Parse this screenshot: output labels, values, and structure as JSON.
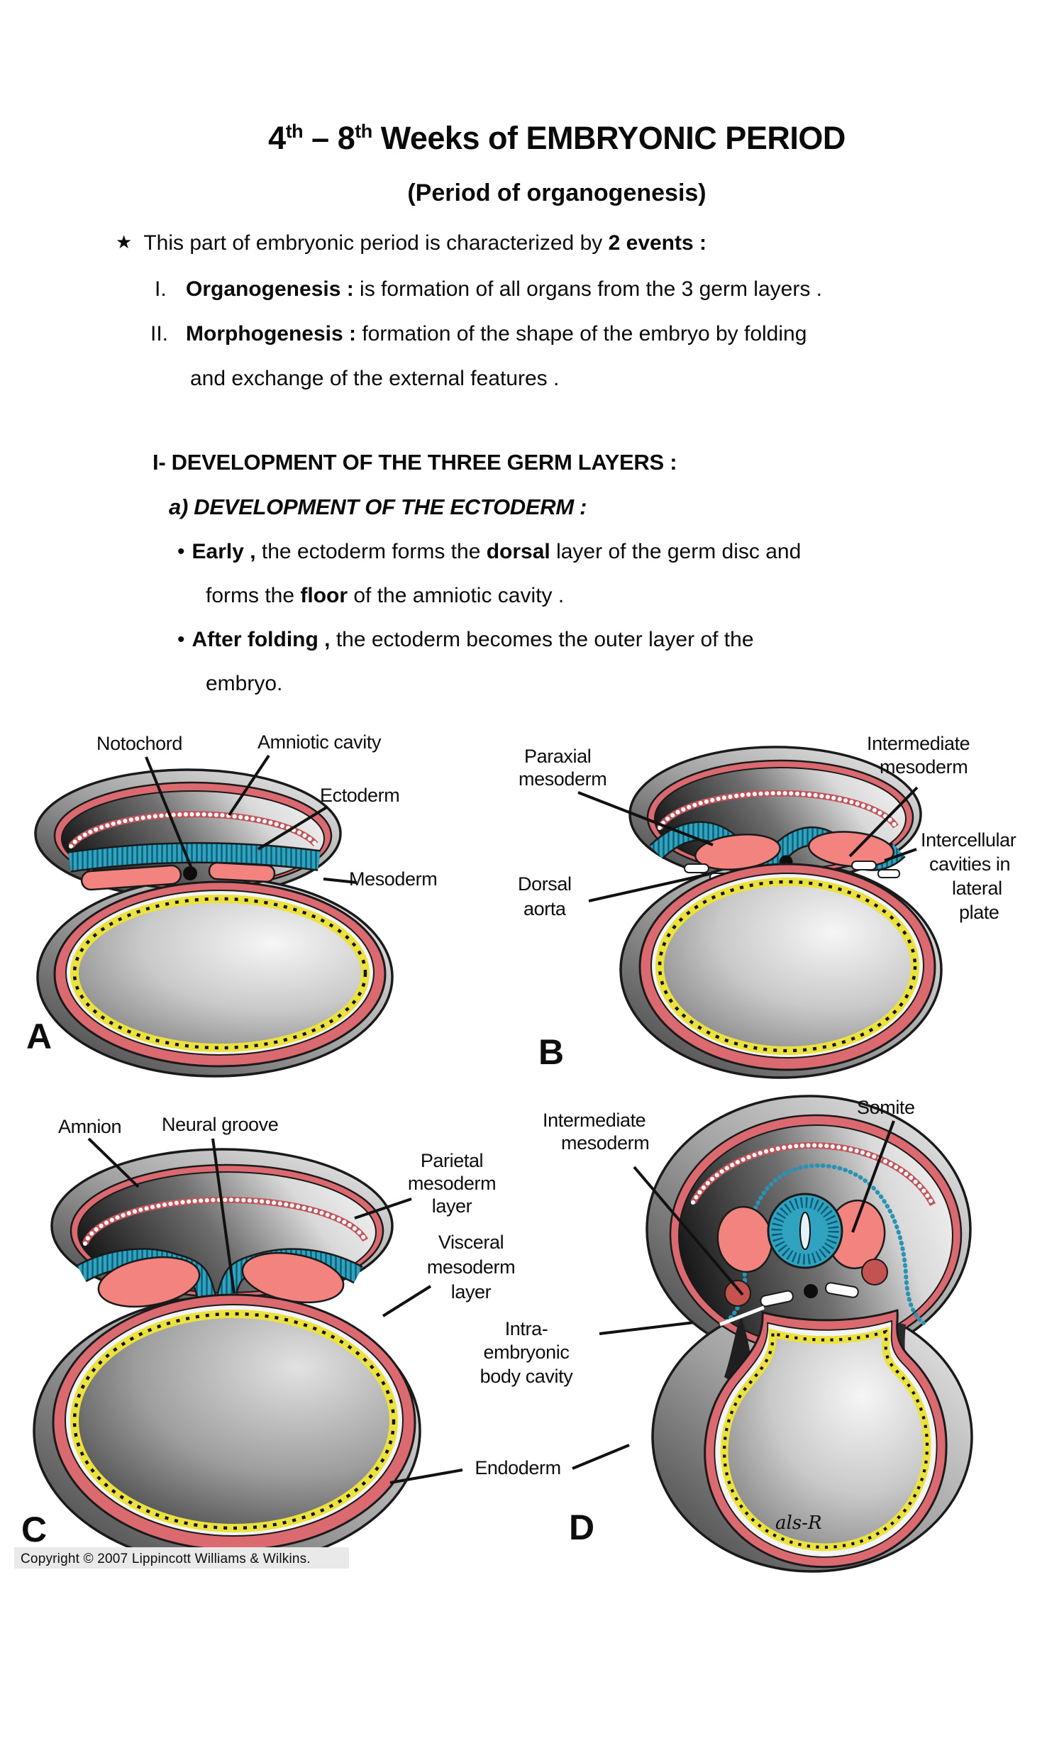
{
  "doc": {
    "title": {
      "n1": "4",
      "s1": "th",
      "mid": " – 8",
      "s2": "th",
      "rest": " Weeks of EMBRYONIC PERIOD"
    },
    "subtitle": "(Period of organogenesis)",
    "intro": {
      "star": "★",
      "text": "This part of embryonic period is characterized by ",
      "bold": "2 events :"
    },
    "item1": {
      "num": "I.",
      "bold": "Organogenesis :",
      "text": " is formation of all organs from the 3 germ layers ."
    },
    "item2": {
      "num": "II.",
      "bold": "Morphogenesis :",
      "text": " formation of the shape of the embryo by folding",
      "cont": "and exchange of the external features ."
    },
    "heading1": "I- DEVELOPMENT OF THE THREE GERM LAYERS :",
    "heading2": "a) DEVELOPMENT OF THE ECTODERM :",
    "bullet_char": "•",
    "bullet1": {
      "b1": "Early ,",
      "t1": " the ectoderm forms the ",
      "b2": "dorsal",
      "t2": " layer of the germ disc and",
      "t3": "forms the ",
      "b3": "floor",
      "t4": " of the amniotic cavity ."
    },
    "bullet2": {
      "b1": "After folding ,",
      "t1": " the ectoderm becomes the outer layer of the",
      "t2": "embryo."
    }
  },
  "figure": {
    "panelA": {
      "letter": "A",
      "notochord": "Notochord",
      "amniotic_cavity": "Amniotic cavity",
      "ectoderm": "Ectoderm",
      "mesoderm": "Mesoderm"
    },
    "panelB": {
      "letter": "B",
      "paraxial": [
        "Paraxial",
        "mesoderm"
      ],
      "intermediate": [
        "Intermediate",
        "mesoderm"
      ],
      "intercellular": [
        "Intercellular",
        "cavities in",
        "lateral",
        "plate"
      ],
      "dorsal_aorta": [
        "Dorsal",
        "aorta"
      ]
    },
    "panelC": {
      "letter": "C",
      "amnion": "Amnion",
      "neural_groove": "Neural groove",
      "parietal": [
        "Parietal",
        "mesoderm",
        "layer"
      ],
      "visceral": [
        "Visceral",
        "mesoderm",
        "layer"
      ],
      "intra": [
        "Intra-",
        "embryonic",
        "body cavity"
      ],
      "endoderm": "Endoderm"
    },
    "panelD": {
      "letter": "D",
      "intermediate": [
        "Intermediate",
        "mesoderm"
      ],
      "somite": "Somite",
      "signature": "als-R"
    },
    "copyright": "Copyright © 2007 Lippincott Williams & Wilkins.",
    "colors": {
      "red_rim": "#db6a70",
      "pink_mesoderm": "#f2837f",
      "yellow_endoderm": "#ece23f",
      "blue_ectoderm": "#2fa3bf",
      "blue_dark": "#0c5d78",
      "dark_red_knob": "#c4524e",
      "background": "#ffffff"
    }
  }
}
